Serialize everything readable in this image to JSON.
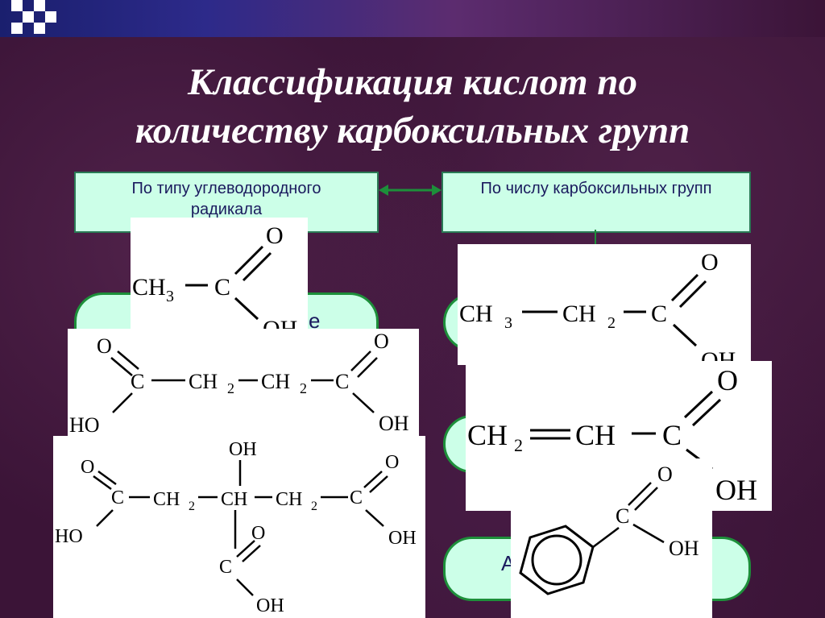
{
  "slide": {
    "title_line1": "Классификация кислот по",
    "title_line2": "количеству  карбоксильных групп",
    "box_left": "По  типу углеводородного радикала",
    "box_right": "По числу карбоксильных групп",
    "pill_fragment_1": "е",
    "pill_fragment_2": "А"
  },
  "molecules": {
    "acetic": {
      "o": "O",
      "ch3": "CH",
      "sub3": "3",
      "c": "C",
      "oh": "OH"
    },
    "propionic": {
      "o": "O",
      "ch3": "CH",
      "sub3": "3",
      "ch2": "CH",
      "sub2": "2",
      "c": "C",
      "oh": "OH"
    },
    "succinic": {
      "o": "O",
      "c": "C",
      "ch2": "CH",
      "sub2": "2",
      "ho": "HO",
      "oh": "OH"
    },
    "acrylic": {
      "o": "O",
      "ch2": "CH",
      "sub2": "2",
      "ch": "CH",
      "c": "C",
      "oh": "OH"
    },
    "citric": {
      "o": "O",
      "c": "C",
      "ch2": "CH",
      "sub2": "2",
      "ch": "CH",
      "oh": "OH",
      "ho": "HO"
    },
    "benzoic": {
      "o": "O",
      "c": "C",
      "oh": "OH"
    }
  },
  "colors": {
    "background": "#3b1437",
    "box_fill": "#ccffe8",
    "box_border": "#2a7a55",
    "pill_border": "#1d8f3a",
    "arrow": "#1d8f3a",
    "title": "#ffffff"
  }
}
